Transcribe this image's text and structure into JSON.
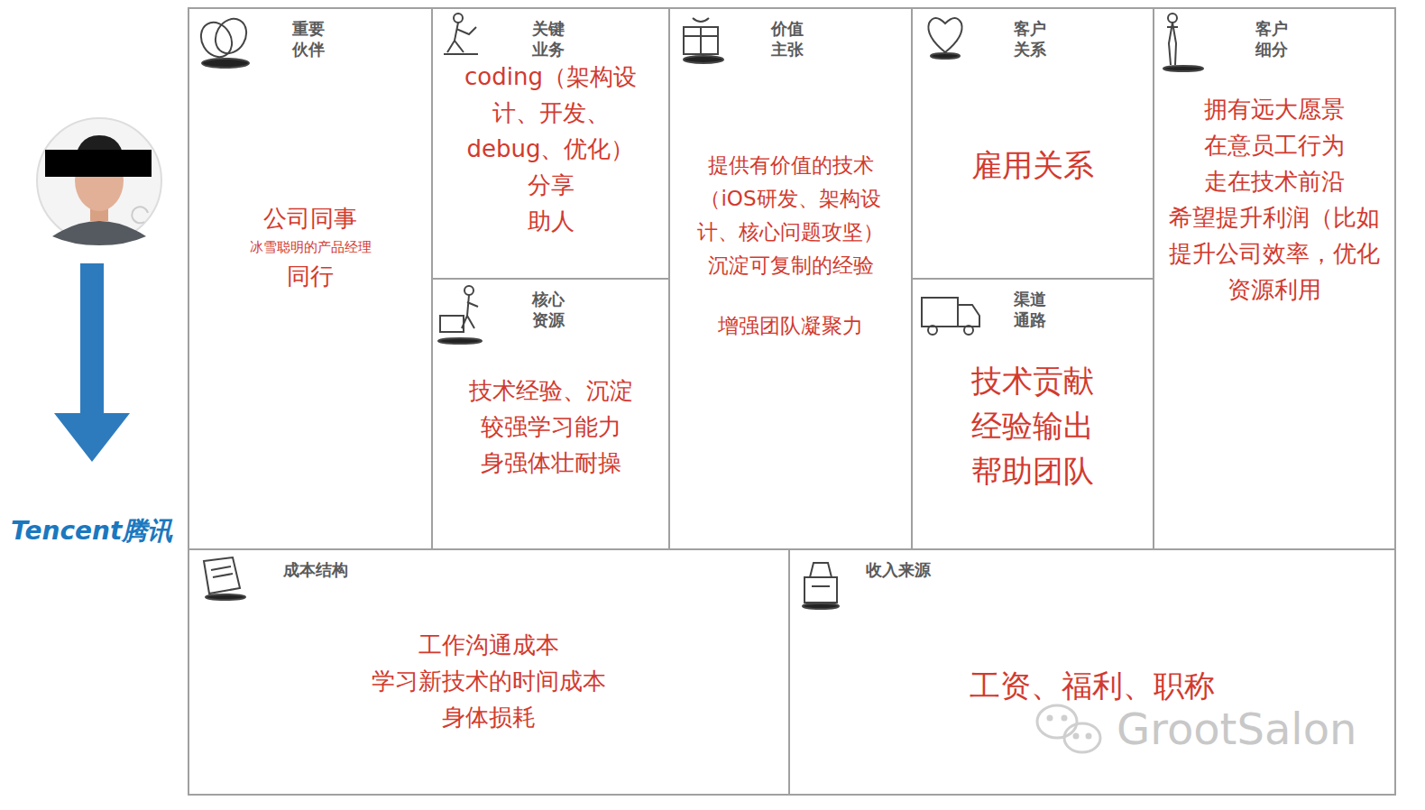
{
  "diagram": {
    "nodes": [
      {
        "text": [
          "重要 伙伴",
          "公司同事",
          "冰雪聪明的产品经理",
          "同行"
        ]
      },
      {
        "text": [
          "关键 业务",
          "coding（架构设计、开发、debug、优化）",
          "分享",
          "助人"
        ]
      },
      {
        "text": [
          "核心 资源",
          "技术经验、沉淀",
          "较强学习能力",
          "身强体壮耐操"
        ]
      },
      {
        "text": [
          "价值 主张",
          "提供有价值的技术（iOS研发、架构设计、核心问题攻坚）",
          "沉淀可复制的经验",
          "增强团队凝聚力"
        ]
      },
      {
        "text": [
          "客户 关系",
          "雇用关系"
        ]
      },
      {
        "text": [
          "渠道 通路",
          "技术贡献",
          "经验输出",
          "帮助团队"
        ]
      },
      {
        "text": [
          "客户 细分",
          "拥有远大愿景",
          "在意员工行为",
          "走在技术前沿",
          "希望提升利润（比如提升公司效率，优化资源利用"
        ]
      },
      {
        "text": [
          "成本结构",
          "工作沟通成本",
          "学习新技术的时间成本",
          "身体损耗"
        ]
      },
      {
        "text": [
          "收入来源",
          "工资、福利、职称"
        ]
      }
    ],
    "labels": [
      "Tencent腾讯",
      "GrootSalon"
    ]
  }
}
